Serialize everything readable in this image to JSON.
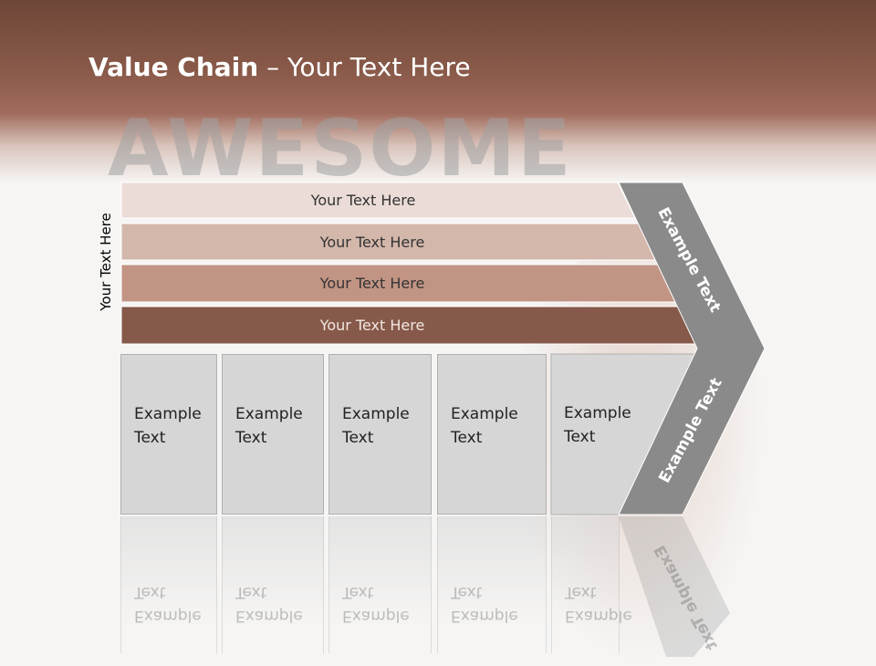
{
  "slide": {
    "title_bold": "Value Chain",
    "title_rest": " – Your Text Here",
    "watermark_word": "AWESOME",
    "side_label": "Your Text Here"
  },
  "bars": [
    {
      "label": "Your Text Here",
      "fill": "#ebdcd7",
      "text_color": "#333333"
    },
    {
      "label": "Your Text Here",
      "fill": "#d4b7ab",
      "text_color": "#333333"
    },
    {
      "label": "Your Text Here",
      "fill": "#c29484",
      "text_color": "#333333"
    },
    {
      "label": "Your Text Here",
      "fill": "#86594a",
      "text_color": "#f2e6e1"
    }
  ],
  "boxes": [
    {
      "line1": "Example",
      "line2": "Text"
    },
    {
      "line1": "Example",
      "line2": "Text"
    },
    {
      "line1": "Example",
      "line2": "Text"
    },
    {
      "line1": "Example",
      "line2": "Text"
    },
    {
      "line1": "Example",
      "line2": "Text"
    }
  ],
  "chevron": {
    "upper_text": "Example Text",
    "lower_text": "Example Text",
    "reflection_text": "Example Text",
    "fill": "#8a8a8a"
  },
  "colors": {
    "header": "#7a4e40",
    "box_fill": "#d6d6d6"
  }
}
